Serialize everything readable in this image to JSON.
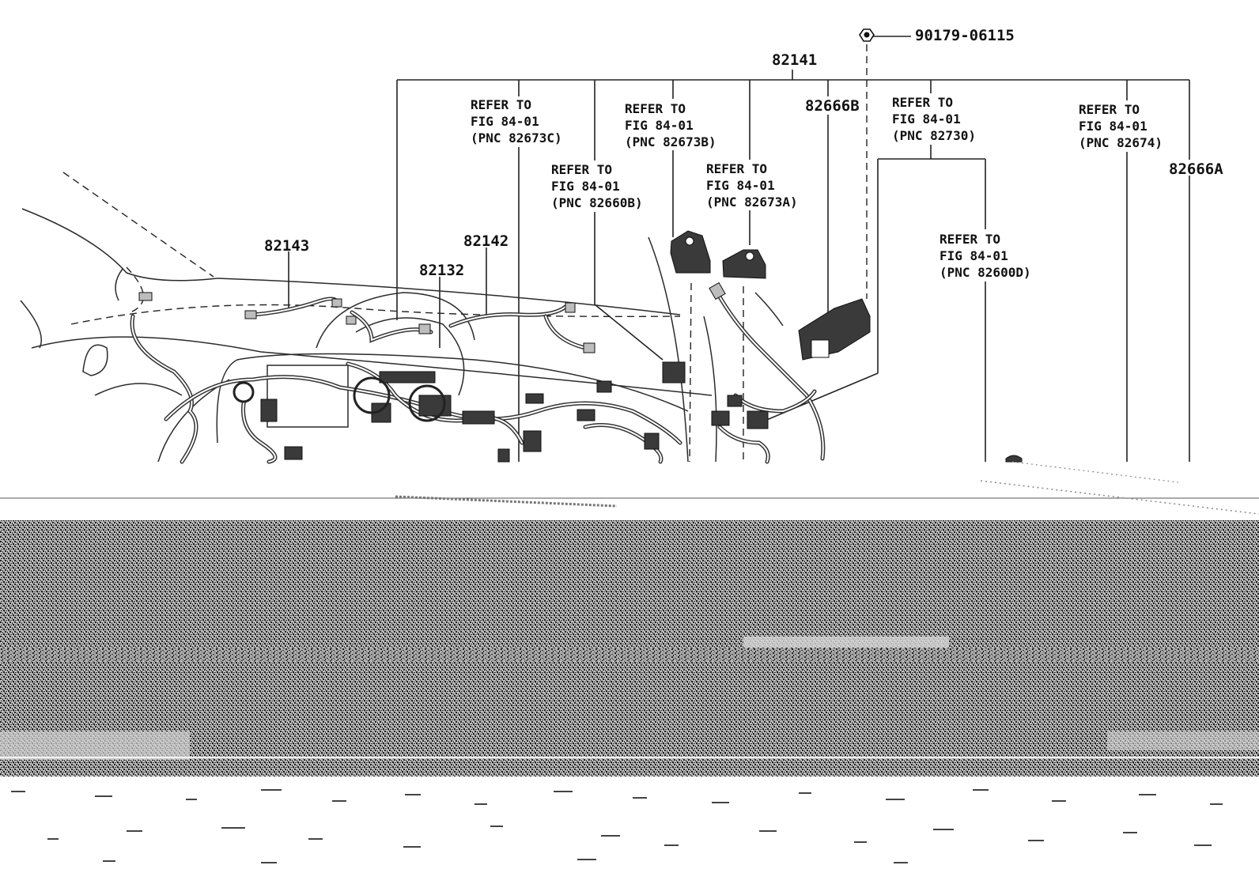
{
  "part_labels": {
    "bolt": "90179-06115",
    "main": "82141",
    "a82666B": "82666B",
    "a82666A": "82666A",
    "a82143": "82143",
    "a82142": "82142",
    "a82132": "82132"
  },
  "refs": [
    {
      "line1": "REFER TO",
      "line2": "FIG 84-01",
      "line3": "(PNC 82673C)"
    },
    {
      "line1": "REFER TO",
      "line2": "FIG 84-01",
      "line3": "(PNC 82673B)"
    },
    {
      "line1": "REFER TO",
      "line2": "FIG 84-01",
      "line3": "(PNC 82730)"
    },
    {
      "line1": "REFER TO",
      "line2": "FIG 84-01",
      "line3": "(PNC 82674)"
    },
    {
      "line1": "REFER TO",
      "line2": "FIG 84-01",
      "line3": "(PNC 82660B)"
    },
    {
      "line1": "REFER TO",
      "line2": "FIG 84-01",
      "line3": "(PNC 82673A)"
    },
    {
      "line1": "REFER TO",
      "line2": "FIG 84-01",
      "line3": "(PNC 82600D)"
    }
  ]
}
